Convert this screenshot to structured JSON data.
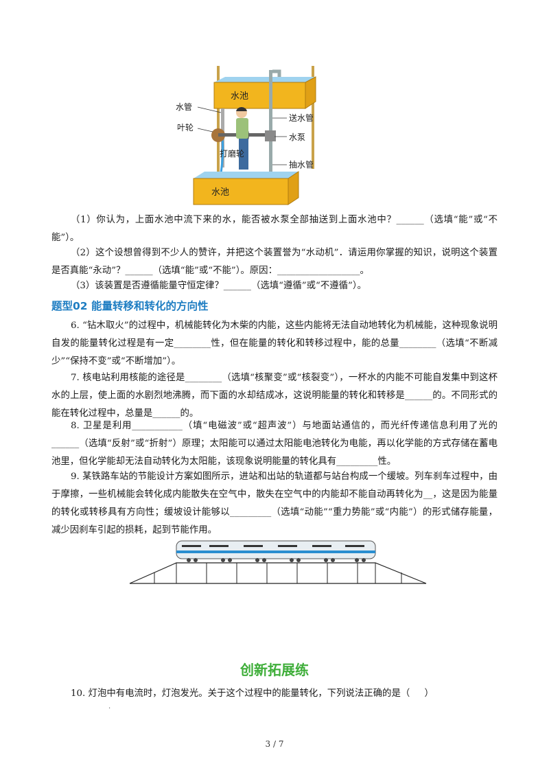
{
  "figure1": {
    "labels": {
      "pool_top": "水池",
      "pool_bottom": "水池",
      "water_pipe": "水管",
      "impeller": "叶轮",
      "delivery_pipe": "送水管",
      "pump": "水泵",
      "grinding_wheel": "打磨轮",
      "suction_pipe": "抽水管"
    }
  },
  "q5": {
    "sub1": "（1）你认为，上面水池中流下来的水，能否被水泵全部抽送到上面水池中？______（选填“能”或“不能”）。",
    "sub2": "（2）这个设想曾得到不少人的赞许，并把这个装置誉为“水动机”．请运用你掌握的知识，说明这个装置是否真能“永动”？______（选填“能”或“不能”）。原因：__________________。",
    "sub3": "（3）该装置是否遵循能量守恒定律？______（选填“遵循”或“不遵循”）。"
  },
  "heading": "题型02  能量转移和转化的方向性",
  "q6": "6. “钻木取火”的过程中，机械能转化为木柴的内能，这些内能将无法自动地转化为机械能，这种现象说明自发的能量转化过程是有一定________性，但在能量的转化和转移过程中，能的总量________（选填“不断减少”“保持不变”或“不断增加”）。",
  "q7": "7. 核电站利用核能的途径是________（选填“核聚变”或“核裂变”），一杯水的内能不可能自发集中到这杯水的上层，使上面的水剧烈地沸腾，而下面的水却结成冰，这说明能量的转化和转移是______的。不同形式的能在转化过程中，总量是______的。",
  "q8": "8. 卫星是利用___________（填“电磁波”或“超声波”）与地面站通信的，而光纤传递信息利用了光的______（选填“反射”或“折射”）原理；太阳能可以通过太阳能电池转化为电能，再以化学能的方式存储在蓄电池里，但化学能却无法自动转化为太阳能，该现象说明能量的转化具有_________性。",
  "q9": "9. 某铁路车站的节能设计方案如图所示，进站和出站的轨道都与站台构成一个缓坡。列车刹车过程中，由于摩擦，一些机械能会转化成内能散失在空气中，散失在空气中的内能却不能自动再转化为__，这是因为能量的转化或转移具有方向性；缓坡设计能够以_________（选填“动能”“重力势能”或“内能”）的形式储存能量，减少因刹车引起的损耗，起到节能作用。",
  "section_title": "创新拓展练",
  "q10": "10. 灯泡中有电流时，灯泡发光。关于这个过程中的能量转化，下列说法正确的是（     ）",
  "stray_mark": ".",
  "page_number": "3 / 7",
  "colors": {
    "heading": "#1e7dc2",
    "section": "#3fae3a",
    "pool": "#f2b51e",
    "water": "#7ec3ea"
  }
}
